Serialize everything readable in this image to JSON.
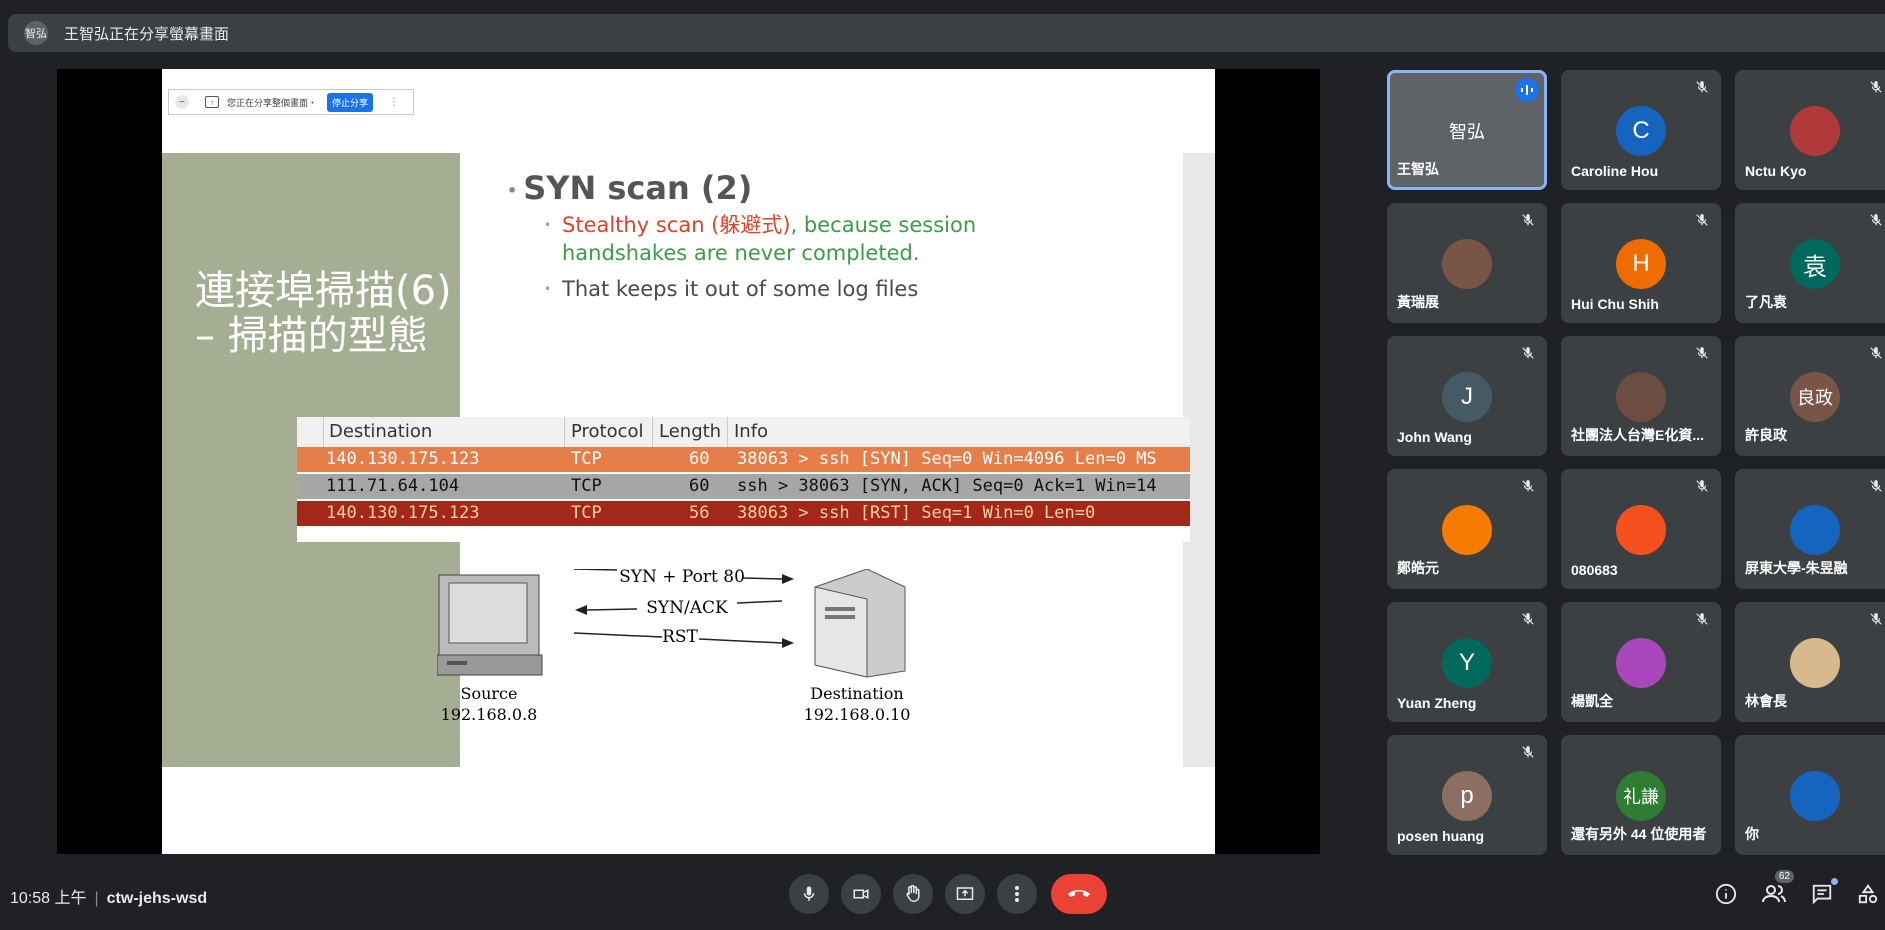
{
  "banner": {
    "avatar_text": "智弘",
    "text": "王智弘正在分享螢幕畫面"
  },
  "share_pill": {
    "text": "您正在分享整個畫面・",
    "stop_label": "停止分享"
  },
  "slide": {
    "title": "連接埠掃描(6) – 掃描的型態",
    "heading": "SYN scan (2)",
    "bullet1_red": "Stealthy scan (躲避式)",
    "bullet1_comma": ", ",
    "bullet1_green_a": "because session",
    "bullet1_green_b": "handshakes are never completed.",
    "bullet2": "That keeps it out of some log files"
  },
  "wireshark": {
    "headers": {
      "destination": "Destination",
      "protocol": "Protocol",
      "length": "Length",
      "info": "Info"
    },
    "rows": [
      {
        "destination": "140.130.175.123",
        "protocol": "TCP",
        "length": "60",
        "info": "38063 > ssh [SYN] Seq=0 Win=4096 Len=0 MS"
      },
      {
        "destination": "111.71.64.104",
        "protocol": "TCP",
        "length": "60",
        "info": "ssh > 38063 [SYN, ACK] Seq=0 Ack=1 Win=14"
      },
      {
        "destination": "140.130.175.123",
        "protocol": "TCP",
        "length": "56",
        "info": "38063 > ssh [RST] Seq=1 Win=0 Len=0"
      }
    ]
  },
  "diagram": {
    "arrow1": "SYN + Port 80",
    "arrow2": "SYN/ACK",
    "arrow3": "RST",
    "source_label": "Source",
    "source_ip": "192.168.0.8",
    "dest_label": "Destination",
    "dest_ip": "192.168.0.10"
  },
  "participants": [
    {
      "name": "王智弘",
      "avatar": "智弘",
      "color": "#5f6368",
      "speaking": true
    },
    {
      "name": "Caroline Hou",
      "avatar": "C",
      "color": "#1565c0"
    },
    {
      "name": "Nctu Kyo",
      "avatar": "",
      "color": "#b03a3a"
    },
    {
      "name": "黃瑞展",
      "avatar": "",
      "color": "#795548"
    },
    {
      "name": "Hui Chu Shih",
      "avatar": "H",
      "color": "#ef6c00"
    },
    {
      "name": "了凡袁",
      "avatar": "袁",
      "color": "#00695c"
    },
    {
      "name": "John Wang",
      "avatar": "J",
      "color": "#455a64"
    },
    {
      "name": "社團法人台灣E化資...",
      "avatar": "",
      "color": "#6d4c41"
    },
    {
      "name": "許良政",
      "avatar": "良政",
      "color": "#795548"
    },
    {
      "name": "鄭皓元",
      "avatar": "",
      "color": "#f57c00"
    },
    {
      "name": "080683",
      "avatar": "",
      "color": "#f4511e"
    },
    {
      "name": "屏東大學-朱昱融",
      "avatar": "",
      "color": "#1565c0"
    },
    {
      "name": "Yuan Zheng",
      "avatar": "Y",
      "color": "#00695c"
    },
    {
      "name": "楊凱全",
      "avatar": "",
      "color": "#ab47bc"
    },
    {
      "name": "林會長",
      "avatar": "",
      "color": "#d7b98e"
    },
    {
      "name": "posen huang",
      "avatar": "p",
      "color": "#8d6e63"
    },
    {
      "name": "還有另外 44 位使用者",
      "avatar": "礼謙",
      "color": "#2e7d32"
    },
    {
      "name": "你",
      "avatar": "",
      "color": "#1565c0"
    }
  ],
  "bottom": {
    "time": "10:58 上午",
    "meeting_code": "ctw-jehs-wsd",
    "people_count": "62"
  }
}
